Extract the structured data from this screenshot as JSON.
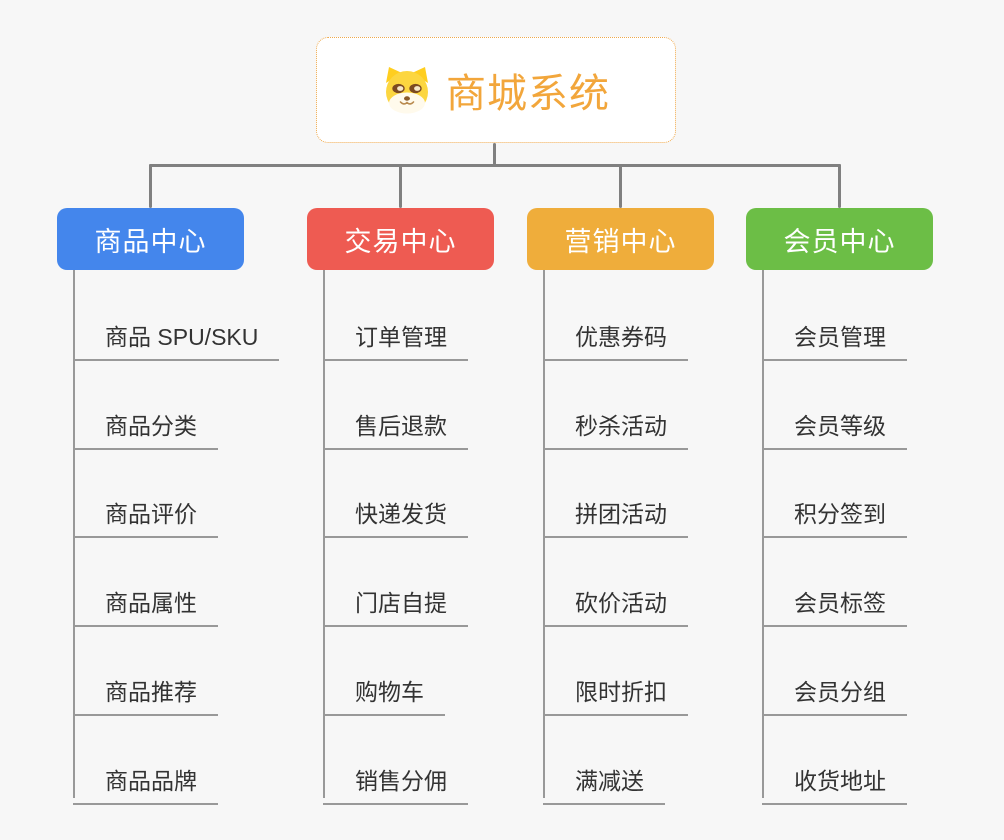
{
  "background": "#f7f7f7",
  "root": {
    "title": "商城系统",
    "icon": "dog-face",
    "text_color": "#f2a63b",
    "border_color": "#efa94c"
  },
  "connectors": {
    "top_color": "#808080",
    "line_color": "#999999"
  },
  "item_text_color": "#333333",
  "branches": [
    {
      "label": "商品中心",
      "color": "#4486ec",
      "items": [
        "商品 SPU/SKU",
        "商品分类",
        "商品评价",
        "商品属性",
        "商品推荐",
        "商品品牌"
      ]
    },
    {
      "label": "交易中心",
      "color": "#ee5b52",
      "items": [
        "订单管理",
        "售后退款",
        "快递发货",
        "门店自提",
        "购物车",
        "销售分佣"
      ]
    },
    {
      "label": "营销中心",
      "color": "#efad3b",
      "items": [
        "优惠券码",
        "秒杀活动",
        "拼团活动",
        "砍价活动",
        "限时折扣",
        "满减送"
      ]
    },
    {
      "label": "会员中心",
      "color": "#6cbe46",
      "items": [
        "会员管理",
        "会员等级",
        "积分签到",
        "会员标签",
        "会员分组",
        "收货地址"
      ]
    }
  ]
}
